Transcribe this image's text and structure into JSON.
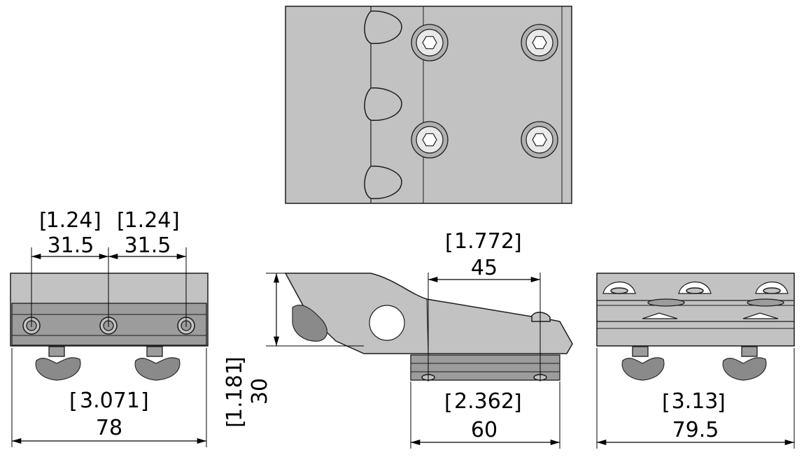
{
  "dimensions": {
    "front_spacing_left": {
      "inch": "1.24",
      "mm": "31.5"
    },
    "front_spacing_right": {
      "inch": "1.24",
      "mm": "31.5"
    },
    "front_width": {
      "inch": "3.071",
      "mm": "78"
    },
    "height": {
      "inch": "1.181",
      "mm": "30"
    },
    "side_hole_spacing": {
      "inch": "1.772",
      "mm": "45"
    },
    "side_base_width": {
      "inch": "2.362",
      "mm": "60"
    },
    "right_width": {
      "inch": "3.13",
      "mm": "79.5"
    }
  },
  "colors": {
    "part_fill": "#c2c2c2",
    "part_dark": "#9c9c9c",
    "knob_fill": "#8a8a8a",
    "line": "#1c1c1c",
    "background": "#ffffff"
  }
}
